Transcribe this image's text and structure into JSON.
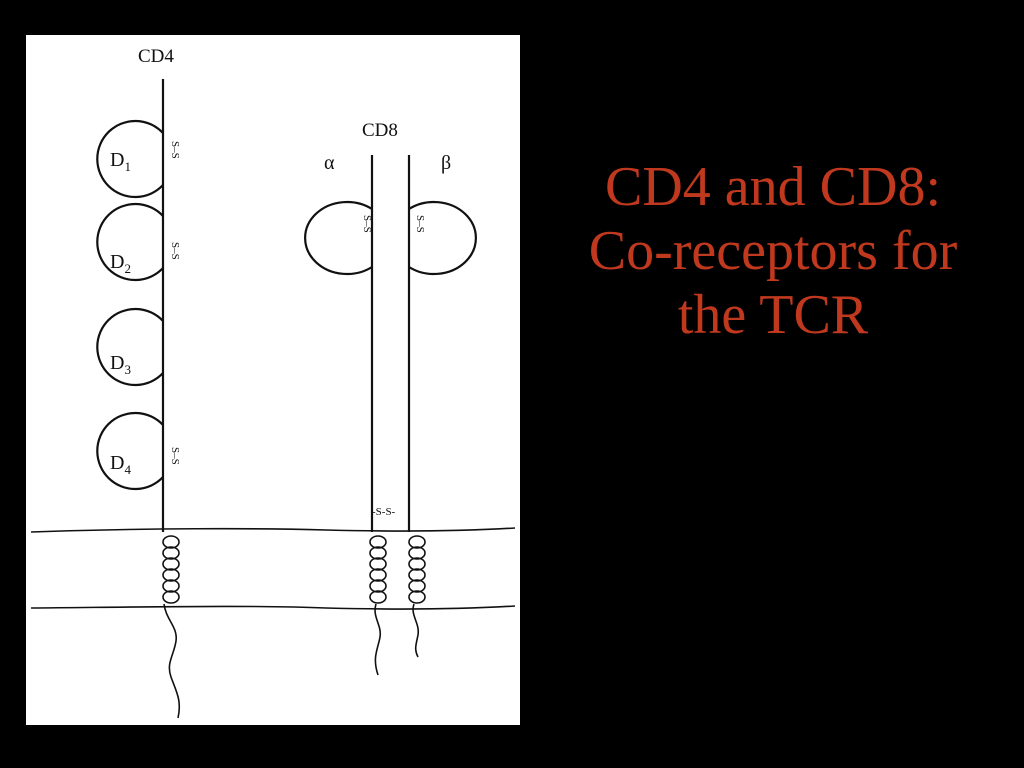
{
  "slide": {
    "title_lines": [
      "CD4 and CD8:",
      "Co-receptors for",
      "the TCR"
    ],
    "title_color": "#c0391f",
    "background": "#000000"
  },
  "diagram": {
    "cd4": {
      "label": "CD4",
      "domains": [
        {
          "name": "D",
          "sub": "1"
        },
        {
          "name": "D",
          "sub": "2"
        },
        {
          "name": "D",
          "sub": "3"
        },
        {
          "name": "D",
          "sub": "4"
        }
      ],
      "disulfide": "S–S"
    },
    "cd8": {
      "label": "CD8",
      "alpha_label": "α",
      "beta_label": "β",
      "disulfide": "S–S",
      "interchain_bond": "-S-S-"
    }
  }
}
